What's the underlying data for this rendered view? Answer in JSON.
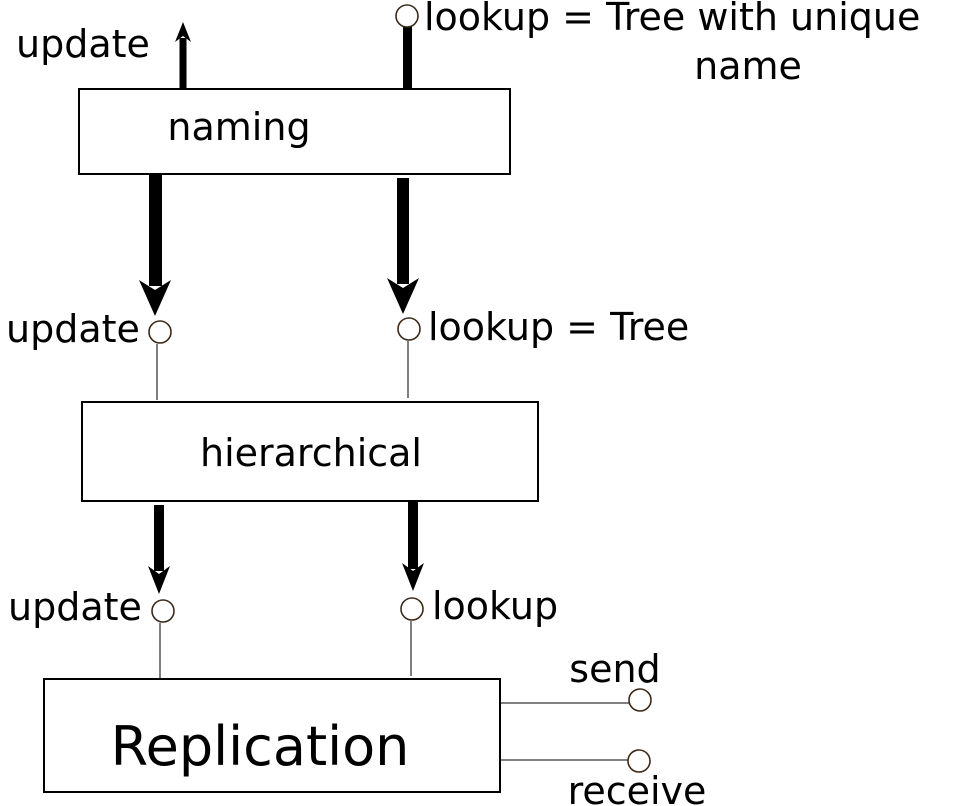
{
  "boxes": {
    "naming": "naming",
    "hierarchical": "hierarchical",
    "replication": "Replication"
  },
  "labels": {
    "top_update": "update",
    "top_lookup_line1": "lookup = Tree with unique",
    "top_lookup_line2": "name",
    "mid_update": "update",
    "mid_lookup": "lookup = Tree",
    "low_update": "update",
    "low_lookup": "lookup",
    "send": "send",
    "receive": "receive"
  },
  "colors": {
    "stroke": "#000000",
    "port_stroke": "#3a2a1a",
    "background": "#ffffff"
  }
}
